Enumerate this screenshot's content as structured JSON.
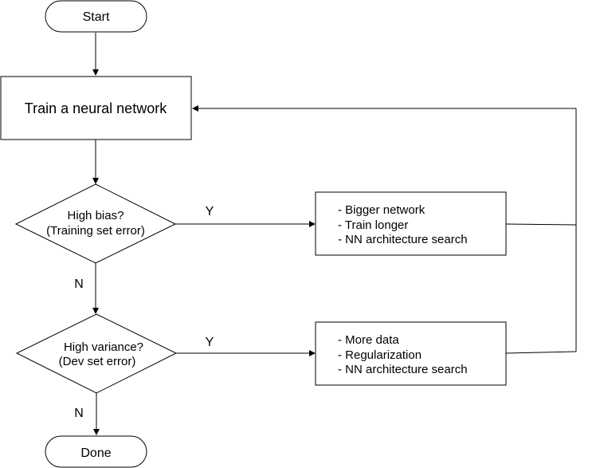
{
  "nodes": {
    "start": {
      "label": "Start"
    },
    "train": {
      "label": "Train a neural network"
    },
    "high_bias": {
      "lines": [
        "High bias?",
        "(Training set error)"
      ]
    },
    "high_variance": {
      "lines": [
        "High variance?",
        "(Dev set error)"
      ]
    },
    "bias_actions": {
      "lines": [
        "- Bigger network",
        "- Train longer",
        "- NN architecture search"
      ]
    },
    "variance_actions": {
      "lines": [
        "- More data",
        "- Regularization",
        "- NN architecture search"
      ]
    },
    "done": {
      "label": "Done"
    }
  },
  "edge_labels": {
    "bias_yes": "Y",
    "bias_no": "N",
    "variance_yes": "Y",
    "variance_no": "N"
  }
}
